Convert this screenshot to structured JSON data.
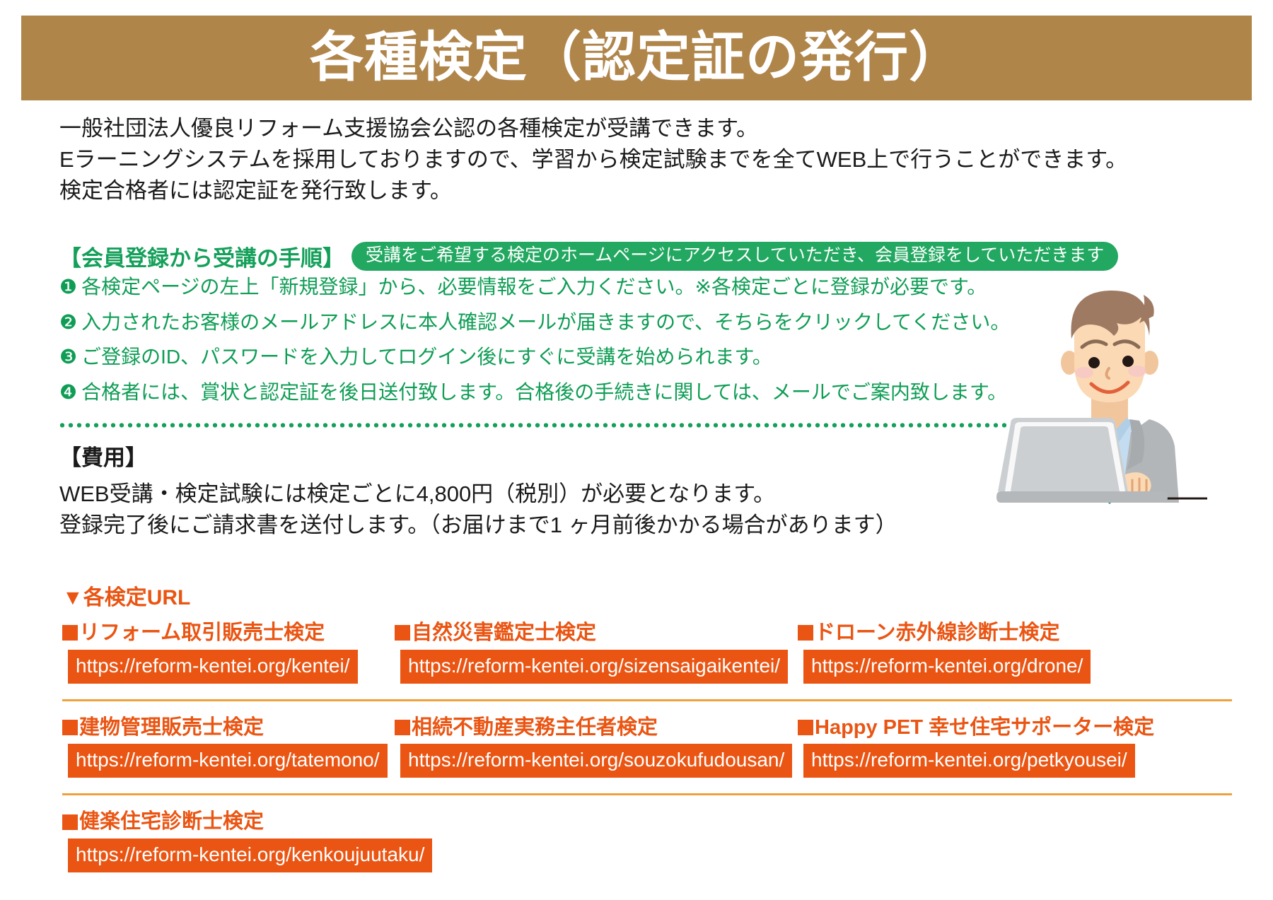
{
  "banner": {
    "title": "各種検定（認定証の発行）",
    "bg_color": "#b0854a"
  },
  "intro": {
    "line1": "一般社団法人優良リフォーム支援協会公認の各種検定が受講できます。",
    "line2": "Eラーニングシステムを採用しておりますので、学習から検定試験までを全てWEB上で行うことができます。",
    "line3": "検定合格者には認定証を発行致します。"
  },
  "procedure": {
    "title": "【会員登録から受講の手順】",
    "pill": "受講をご希望する検定のホームページにアクセスしていただき、会員登録をしていただきます",
    "accent_color": "#14a05a",
    "steps": [
      {
        "num": "❶",
        "text": "各検定ページの左上「新規登録」から、必要情報をご入力ください。※各検定ごとに登録が必要です。"
      },
      {
        "num": "❷",
        "text": "入力されたお客様のメールアドレスに本人確認メールが届きますので、そちらをクリックしてください。"
      },
      {
        "num": "❸",
        "text": "ご登録のID、パスワードを入力してログイン後にすぐに受講を始められます。"
      },
      {
        "num": "❹",
        "text": "合格者には、賞状と認定証を後日送付致します。合格後の手続きに関しては、メールでご案内致します。"
      }
    ]
  },
  "cost": {
    "title": "【費用】",
    "line1": "WEB受講・検定試験には検定ごとに4,800円（税別）が必要となります。",
    "line2": "登録完了後にご請求書を送付します。（お届けまで1 ヶ月前後かかる場合があります）"
  },
  "urls": {
    "section_title": "▼各検定URL",
    "accent_color": "#ea5513",
    "rule_color": "#efa03c",
    "rows": [
      [
        {
          "label": "リフォーム取引販売士検定",
          "url": "https://reform-kentei.org/kentei/"
        },
        {
          "label": "自然災害鑑定士検定",
          "url": "https://reform-kentei.org/sizensaigaikentei/"
        },
        {
          "label": "ドローン赤外線診断士検定",
          "url": "https://reform-kentei.org/drone/"
        }
      ],
      [
        {
          "label": "建物管理販売士検定",
          "url": "https://reform-kentei.org/tatemono/"
        },
        {
          "label": "相続不動産実務主任者検定",
          "url": "https://reform-kentei.org/souzokufudousan/"
        },
        {
          "label": "Happy PET 幸せ住宅サポーター検定",
          "url": "https://reform-kentei.org/petkyousei/"
        }
      ],
      [
        {
          "label": "健楽住宅診断士検定",
          "url": "https://reform-kentei.org/kenkoujuutaku/"
        }
      ]
    ]
  },
  "illustration": {
    "name": "businessman-with-laptop-illustration",
    "hair_color": "#9e7a63",
    "skin_color": "#fbd9b4",
    "suit_color": "#b3b6b8",
    "shirt_color": "#c3dcf0",
    "tie_color": "#2a7f9e",
    "laptop_color": "#cccfd1"
  }
}
